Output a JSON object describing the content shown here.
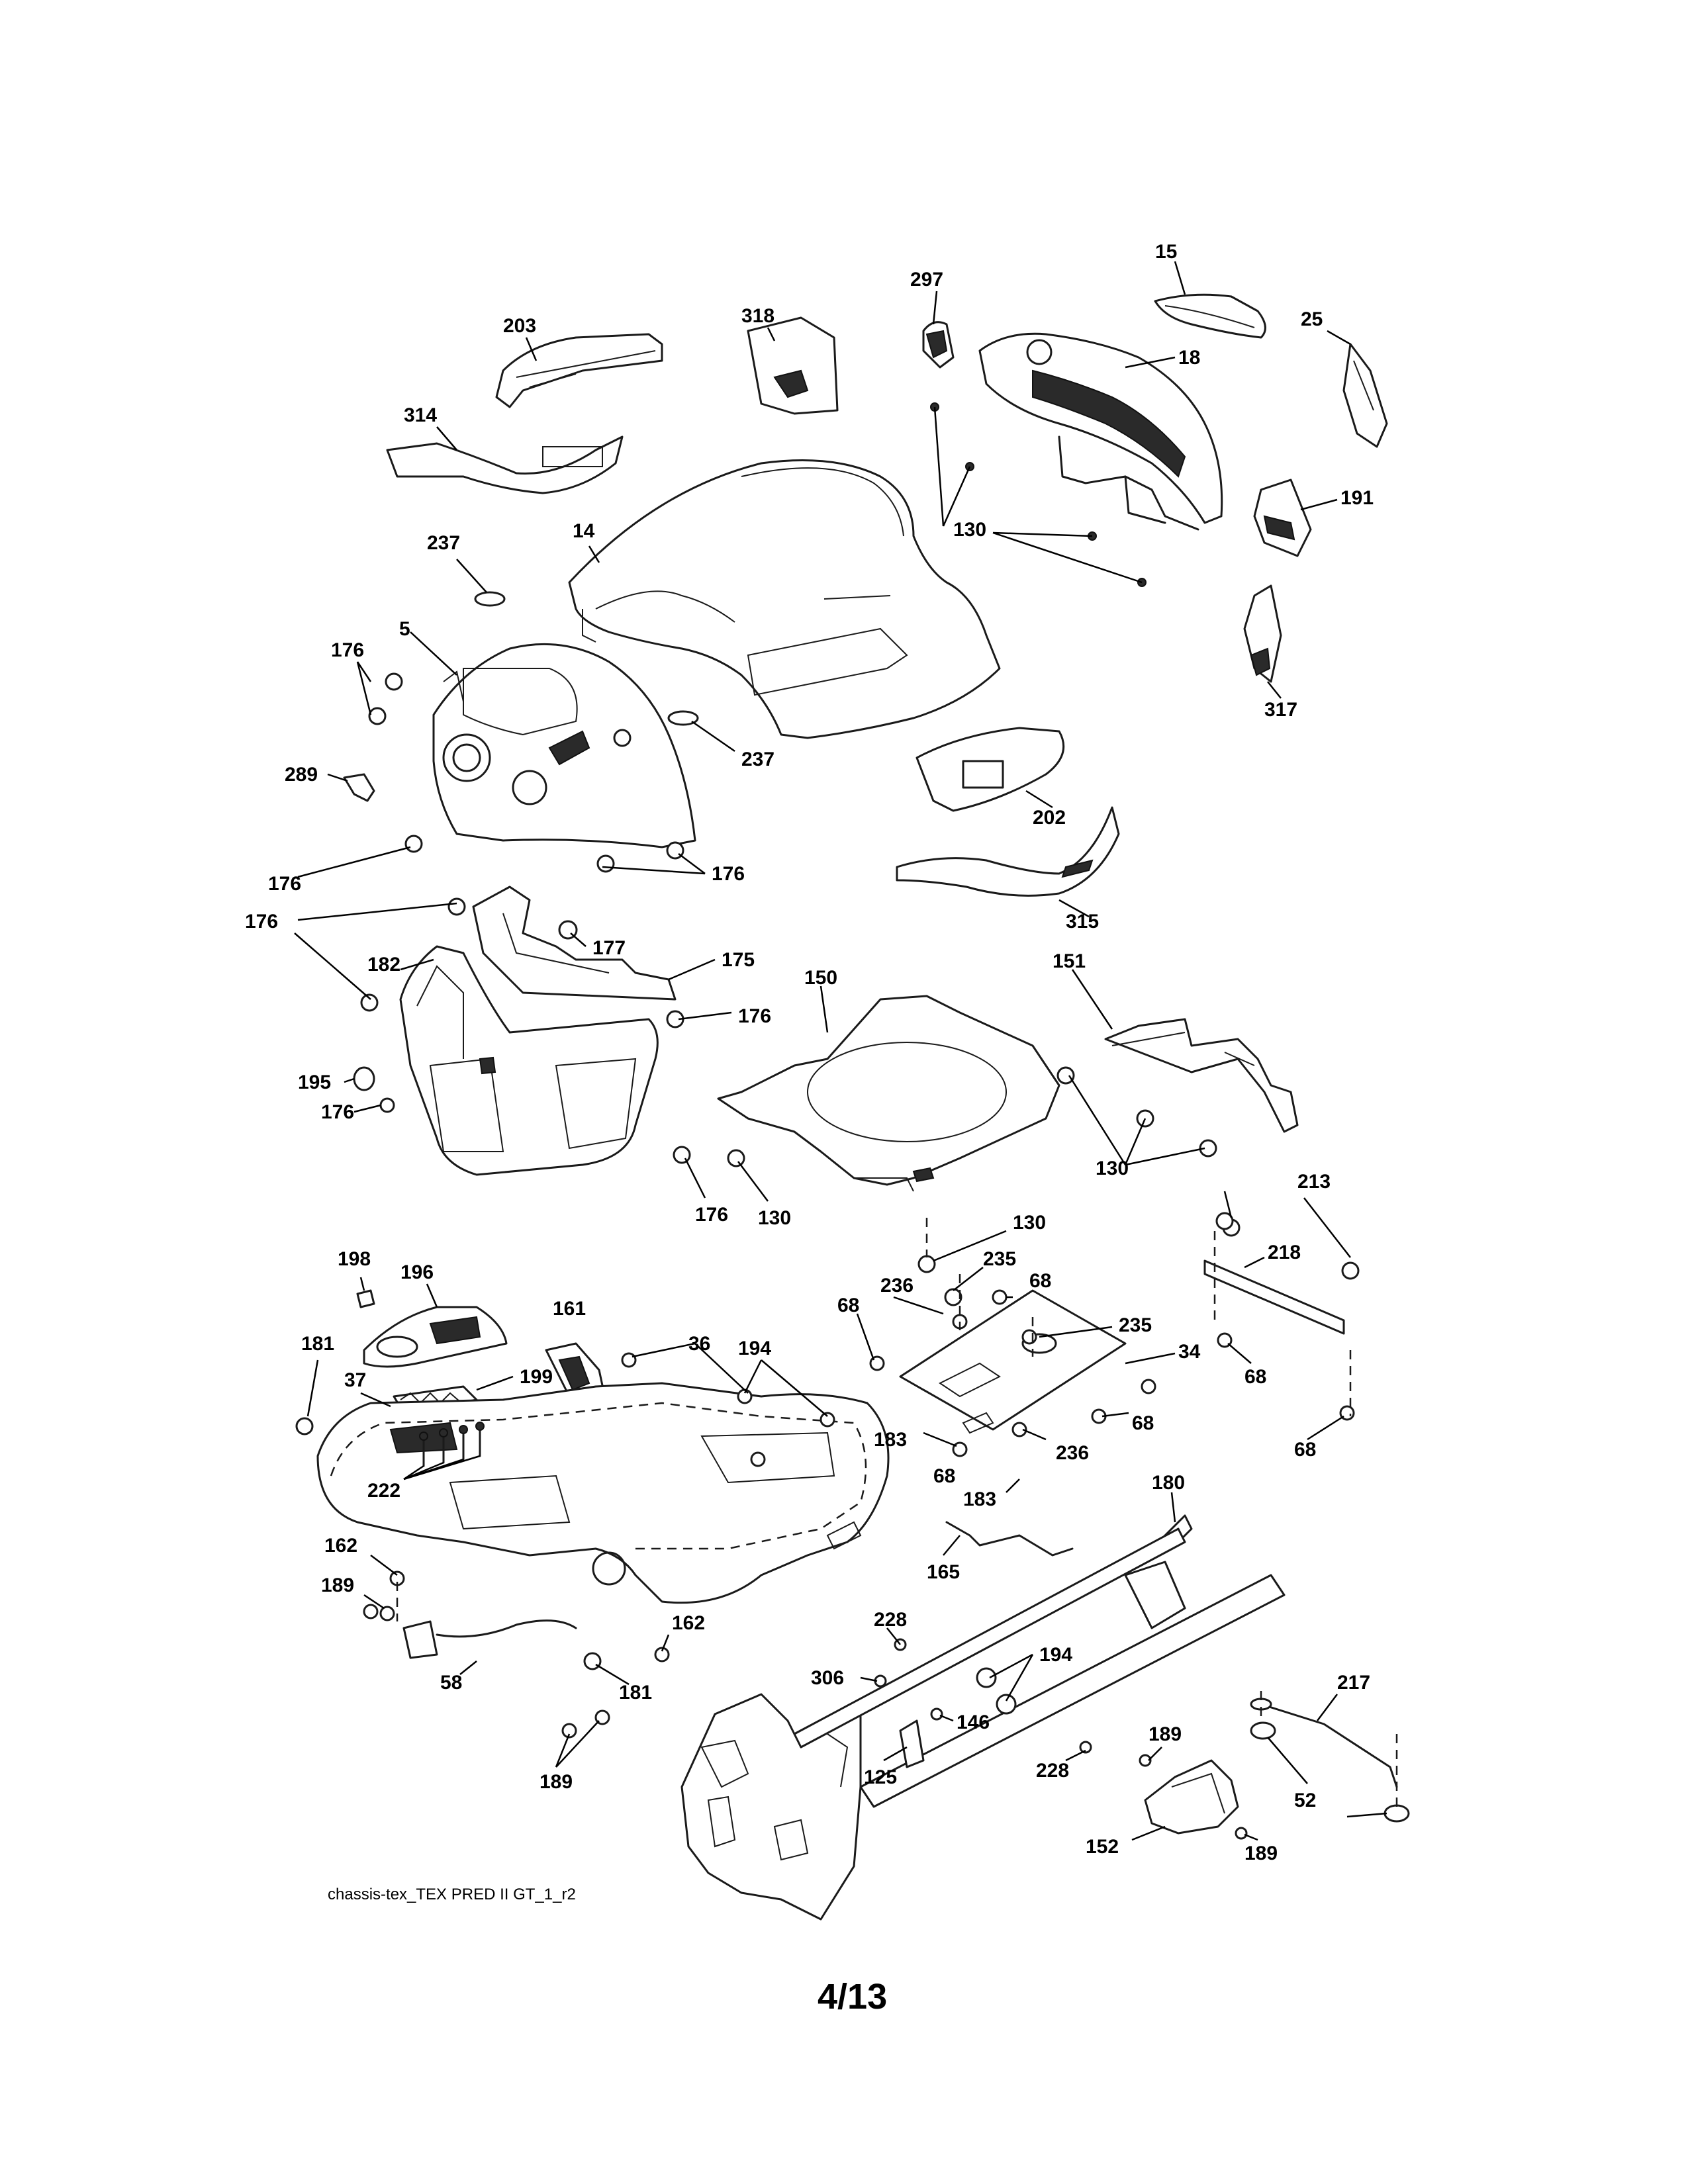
{
  "drawing_id": "chassis-tex_TEX PRED II GT_1_r2",
  "page_number": "4/13",
  "callouts": [
    {
      "id": "c15",
      "label": "15"
    },
    {
      "id": "c25",
      "label": "25"
    },
    {
      "id": "c297",
      "label": "297"
    },
    {
      "id": "c18",
      "label": "18"
    },
    {
      "id": "c203",
      "label": "203"
    },
    {
      "id": "c318",
      "label": "318"
    },
    {
      "id": "c314",
      "label": "314"
    },
    {
      "id": "c191",
      "label": "191"
    },
    {
      "id": "c130a",
      "label": "130"
    },
    {
      "id": "c237a",
      "label": "237"
    },
    {
      "id": "c14",
      "label": "14"
    },
    {
      "id": "c317",
      "label": "317"
    },
    {
      "id": "c176a",
      "label": "176"
    },
    {
      "id": "c5",
      "label": "5"
    },
    {
      "id": "c237b",
      "label": "237"
    },
    {
      "id": "c289",
      "label": "289"
    },
    {
      "id": "c202",
      "label": "202"
    },
    {
      "id": "c176b",
      "label": "176"
    },
    {
      "id": "c176c",
      "label": "176"
    },
    {
      "id": "c315",
      "label": "315"
    },
    {
      "id": "c176d",
      "label": "176"
    },
    {
      "id": "c177",
      "label": "177"
    },
    {
      "id": "c182",
      "label": "182"
    },
    {
      "id": "c175",
      "label": "175"
    },
    {
      "id": "c150",
      "label": "150"
    },
    {
      "id": "c151",
      "label": "151"
    },
    {
      "id": "c176e",
      "label": "176"
    },
    {
      "id": "c195",
      "label": "195"
    },
    {
      "id": "c176f",
      "label": "176"
    },
    {
      "id": "c130b",
      "label": "130"
    },
    {
      "id": "c176g",
      "label": "176"
    },
    {
      "id": "c130c",
      "label": "130"
    },
    {
      "id": "c213",
      "label": "213"
    },
    {
      "id": "c130d",
      "label": "130"
    },
    {
      "id": "c198",
      "label": "198"
    },
    {
      "id": "c196",
      "label": "196"
    },
    {
      "id": "c235a",
      "label": "235"
    },
    {
      "id": "c218",
      "label": "218"
    },
    {
      "id": "c236a",
      "label": "236"
    },
    {
      "id": "c68a",
      "label": "68"
    },
    {
      "id": "c161",
      "label": "161"
    },
    {
      "id": "c68b",
      "label": "68"
    },
    {
      "id": "c235b",
      "label": "235"
    },
    {
      "id": "c181a",
      "label": "181"
    },
    {
      "id": "c36",
      "label": "36"
    },
    {
      "id": "c194a",
      "label": "194"
    },
    {
      "id": "c34",
      "label": "34"
    },
    {
      "id": "c37",
      "label": "37"
    },
    {
      "id": "c199",
      "label": "199"
    },
    {
      "id": "c68c",
      "label": "68"
    },
    {
      "id": "c68d",
      "label": "68"
    },
    {
      "id": "c183a",
      "label": "183"
    },
    {
      "id": "c236b",
      "label": "236"
    },
    {
      "id": "c68e",
      "label": "68"
    },
    {
      "id": "c222",
      "label": "222"
    },
    {
      "id": "c68f",
      "label": "68"
    },
    {
      "id": "c183b",
      "label": "183"
    },
    {
      "id": "c180",
      "label": "180"
    },
    {
      "id": "c162a",
      "label": "162"
    },
    {
      "id": "c165",
      "label": "165"
    },
    {
      "id": "c189a",
      "label": "189"
    },
    {
      "id": "c228a",
      "label": "228"
    },
    {
      "id": "c162b",
      "label": "162"
    },
    {
      "id": "c194b",
      "label": "194"
    },
    {
      "id": "c306",
      "label": "306"
    },
    {
      "id": "c58",
      "label": "58"
    },
    {
      "id": "c181b",
      "label": "181"
    },
    {
      "id": "c146",
      "label": "146"
    },
    {
      "id": "c189b",
      "label": "189"
    },
    {
      "id": "c217",
      "label": "217"
    },
    {
      "id": "c125",
      "label": "125"
    },
    {
      "id": "c228b",
      "label": "228"
    },
    {
      "id": "c189c",
      "label": "189"
    },
    {
      "id": "c52",
      "label": "52"
    },
    {
      "id": "c152",
      "label": "152"
    },
    {
      "id": "c189d",
      "label": "189"
    }
  ]
}
